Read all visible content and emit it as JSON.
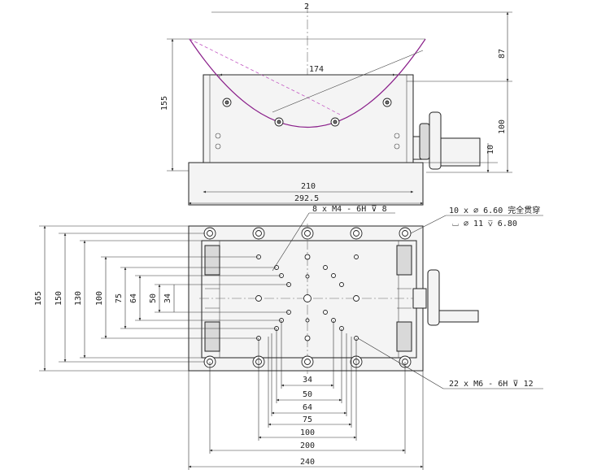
{
  "front_view": {
    "dim_top": "2",
    "dim_174": "174",
    "dim_155": "155",
    "dim_87": "87",
    "dim_100": "100",
    "dim_10": "10",
    "dim_210": "210",
    "dim_292_5": "292.5"
  },
  "top_view": {
    "callout_m4": "8 x M4 - 6H ⊽ 8",
    "callout_through_1": "10 x ∅ 6.60 完全贯穿",
    "callout_through_2": "⌴ ∅ 11 ⊽ 6.80",
    "callout_m6": "22 x M6 - 6H ⊽ 12",
    "vertical_dims": [
      "165",
      "150",
      "130",
      "100",
      "75",
      "64",
      "50",
      "34"
    ],
    "horizontal_dims": [
      "34",
      "50",
      "64",
      "75",
      "100",
      "200",
      "240"
    ]
  }
}
